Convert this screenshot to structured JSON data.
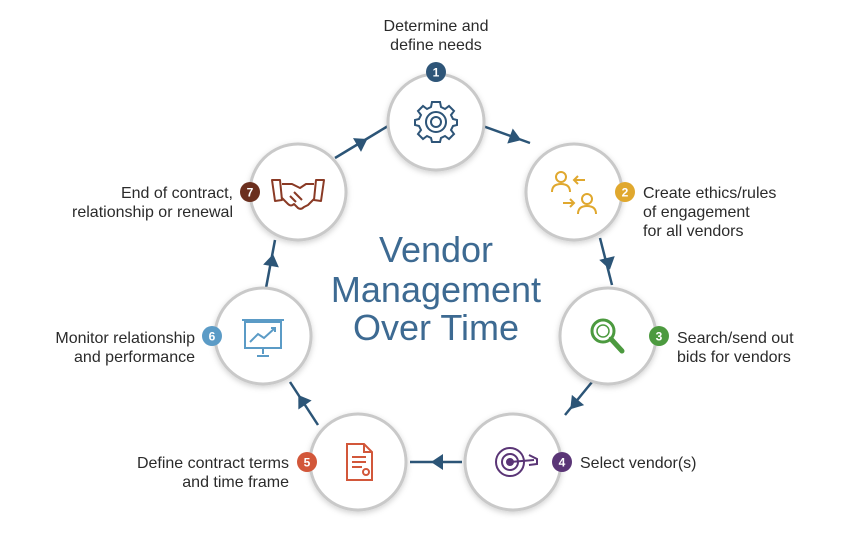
{
  "title": [
    "Vendor",
    "Management",
    "Over Time"
  ],
  "colors": {
    "title": "#3d6a92",
    "ring": "#2c5577",
    "circle_border": "#c9c9c9",
    "circle_fill": "#ffffff"
  },
  "steps": [
    {
      "number": "1",
      "label": [
        "Determine and",
        "define needs"
      ],
      "badge_color": "#2e5578",
      "icon": "gear-icon",
      "icon_color": "#2e5578"
    },
    {
      "number": "2",
      "label": [
        "Create ethics/rules",
        "of engagement",
        "for all vendors"
      ],
      "badge_color": "#e0a82e",
      "icon": "people-exchange-icon",
      "icon_color": "#e0a82e"
    },
    {
      "number": "3",
      "label": [
        "Search/send out",
        "bids for vendors"
      ],
      "badge_color": "#4c9a3f",
      "icon": "magnifier-icon",
      "icon_color": "#4c9a3f"
    },
    {
      "number": "4",
      "label": [
        "Select vendor(s)"
      ],
      "badge_color": "#5a3576",
      "icon": "target-icon",
      "icon_color": "#5a3576"
    },
    {
      "number": "5",
      "label": [
        "Define contract terms",
        "and time frame"
      ],
      "badge_color": "#d2573a",
      "icon": "document-icon",
      "icon_color": "#d2573a"
    },
    {
      "number": "6",
      "label": [
        "Monitor relationship",
        "and performance"
      ],
      "badge_color": "#5b9bc6",
      "icon": "presentation-chart-icon",
      "icon_color": "#5b9bc6"
    },
    {
      "number": "7",
      "label": [
        "End of contract,",
        "relationship or renewal"
      ],
      "badge_color": "#6b2f1e",
      "icon": "handshake-icon",
      "icon_color": "#8a3a25"
    }
  ]
}
